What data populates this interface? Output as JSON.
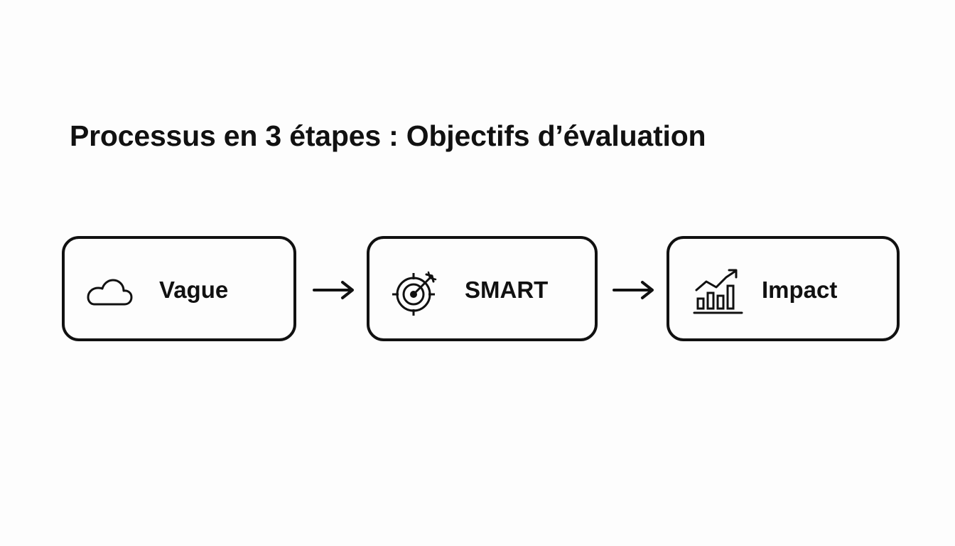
{
  "title": "Processus en 3 étapes : Objectifs d’évaluation",
  "steps": [
    {
      "label": "Vague",
      "icon": "cloud-icon"
    },
    {
      "label": "SMART",
      "icon": "target-arrow-icon"
    },
    {
      "label": "Impact",
      "icon": "growth-chart-icon"
    }
  ],
  "arrows": [
    {
      "icon": "arrow-right-icon"
    },
    {
      "icon": "arrow-right-icon"
    }
  ],
  "colors": {
    "background": "#fdfdfd",
    "ink": "#111111"
  }
}
